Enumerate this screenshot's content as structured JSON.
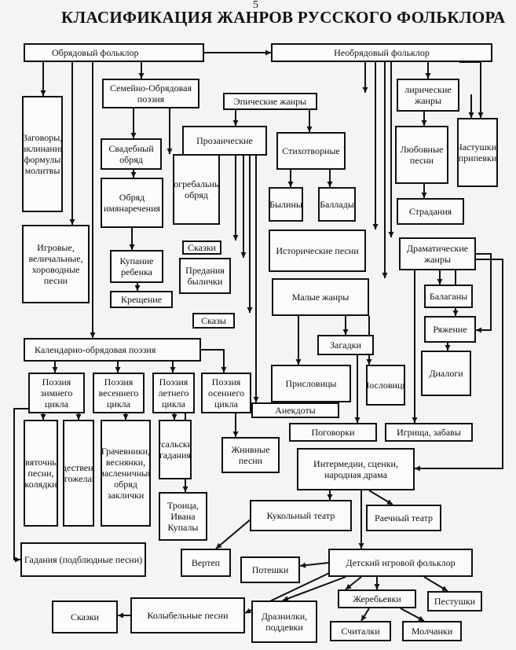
{
  "page_number": "5",
  "title": "КЛАСИФИКАЦИЯ ЖАНРОВ РУССКОГО ФОЛЬКЛОРА",
  "nodes": {
    "obryad": "Обрядовый фольклор",
    "neobryad": "Необрядовый фольклор",
    "zagovory": "Заговоры, заклинания, формулы молитвы",
    "semeyno": "Семейно-Обрядовая поэзия",
    "epich": "Эпические жанры",
    "lirich": "лирические жанры",
    "prozaich": "Прозаические",
    "stikhot": "Стихотворные",
    "svadeb": "Свадебный обряд",
    "imyanar": "Обряд имянаречения",
    "pogreb": "Погребальный обряд",
    "lyubov": "Любовные песни",
    "chastush": "Частушки, припевки",
    "byliny": "Былины",
    "ballady": "Баллады",
    "stradaniya": "Страдания",
    "igrovye": "Игровые, величальные, хороводные песни",
    "skazki1": "Сказки",
    "istorich": "Исторические песни",
    "dramatich": "Драматические жанры",
    "kupanie": "Купание ребенка",
    "predaniya": "Предания былички",
    "balagany": "Балаганы",
    "kreschenie": "Крещение",
    "malye": "Малые жанры",
    "ryazhenie": "Ряжение",
    "skazy": "Сказы",
    "zagadki": "Загадки",
    "kalendar": "Календарно-обрядовая поэзия",
    "dialogi": "Диалоги",
    "zima": "Поэзия зимнего цикла",
    "vesna": "Поэзия весеннего цикла",
    "leto": "Поэзия летнего цикла",
    "osen": "Поэзия осеннего цикла",
    "poslovitsy": "Пословицы",
    "prislovitsy": "Присловицы",
    "anekdoty": "Анекдоты",
    "svyatochnye": "Святочные песни, колядки",
    "rozhdestv": "Рождественские благожелания",
    "grachevniki": "Грачевники, веснянки, масленичный обряд заклички",
    "rusalskie": "Русальские, гадания",
    "pogovorki": "Поговорки",
    "igritsa": "Игрища, забавы",
    "zhnivnye": "Жнивные песни",
    "intermedii": "Интермедии, сценки, народная драма",
    "troitsa": "Троица, Ивана Купалы",
    "kukolny": "Кукольный театр",
    "raechny": "Раечный театр",
    "gadaniya": "Гадания (подблюдные песни)",
    "vertep": "Вертеп",
    "poteshki": "Потешки",
    "detsky": "Детский игровой фольклор",
    "zherebyovki": "Жеребьевки",
    "pestushki": "Пестушки",
    "skazki2": "Сказки",
    "kolybelnye": "Колыбельные песни",
    "draznilki": "Дразнилки, поддевки",
    "schitalki": "Считалки",
    "molchanki": "Молчанки"
  }
}
